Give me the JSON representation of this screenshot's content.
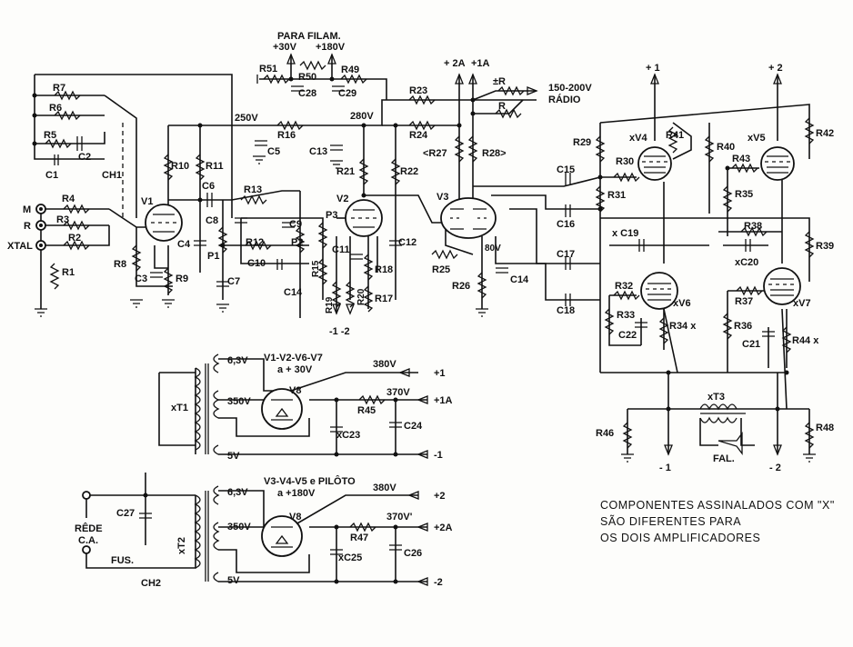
{
  "supplies": {
    "para_filam": "PARA FILAM.",
    "p30": "+30V",
    "p180": "+180V",
    "p2a": "+ 2A",
    "p1a": "+1A",
    "radio": "150-200V",
    "radio_word": "RÁDIO",
    "p1": "+ 1",
    "p2": "+ 2",
    "m1": "- 1",
    "m2": "- 2",
    "m1m2": "-1  -2",
    "v250": "250V",
    "v280": "280V",
    "v80": "80V"
  },
  "inputs": {
    "m": "M",
    "r": "R",
    "xtal": "XTAL"
  },
  "resistors": {
    "r1": "R1",
    "r2": "R2",
    "r3": "R3",
    "r4": "R4",
    "r5": "R5",
    "r6": "R6",
    "r7": "R7",
    "r8": "R8",
    "r9": "R9",
    "r10": "R10",
    "r11": "R11",
    "r12": "R12",
    "r13": "R13",
    "r14": "C14",
    "r15": "R15",
    "r16": "R16",
    "r17": "R17",
    "r18": "R18",
    "r19": "R19",
    "r20": "R20",
    "r21": "R21",
    "r22": "R22",
    "r23": "R23",
    "r24": "R24",
    "r25": "R25",
    "r26": "R26",
    "r27": "<R27",
    "r28": "R28>",
    "r29": "R29",
    "r30": "R30",
    "r31": "R31",
    "r32": "R32",
    "r33": "R33",
    "r34": "R34 x",
    "r35": "R35",
    "r36": "R36",
    "r37": "R37",
    "r38": "R38",
    "r39": "R39",
    "r40": "R40",
    "r41": "R41",
    "r42": "R42",
    "r43": "R43",
    "r44": "R44 x",
    "r45": "R45",
    "r46": "R46",
    "r47": "R47",
    "r48": "R48",
    "r49": "R49",
    "r50": "R50",
    "r51": "R51",
    "rr": "R",
    "rr2": "±R"
  },
  "capacitors": {
    "c1": "C1",
    "c2": "C2",
    "c3": "C3",
    "c4": "C4",
    "c5": "C5",
    "c6": "C6",
    "c7": "C7",
    "c8": "C8",
    "c9": "C9",
    "c10": "C10",
    "c11": "C11",
    "c12": "C12",
    "c13": "C13",
    "c14": "C14",
    "c15": "C15",
    "c16": "C16",
    "c17": "C17",
    "c18": "C18",
    "c19": "x C19",
    "c20": "xC20",
    "c21": "C21",
    "c22": "C22",
    "c23": "xC23",
    "c24": "C24",
    "c25": "xC25",
    "c26": "C26",
    "c27": "C27",
    "c28": "C28",
    "c29": "C29"
  },
  "tubes": {
    "v1": "V1",
    "v2": "V2",
    "v3": "V3",
    "v4": "xV4",
    "v5": "xV5",
    "v6": "xV6",
    "v7": "xV7",
    "v8a": "V8",
    "v8b": "V8"
  },
  "pots": {
    "p1": "P1",
    "p2": "P2",
    "p3": "P3"
  },
  "switches": {
    "ch1": "CH1",
    "ch2": "CH2"
  },
  "output": {
    "t3": "xT3",
    "fal": "FAL."
  },
  "psu1": {
    "t1": "xT1",
    "w63": "6,3V",
    "w350": "350V",
    "w5": "5V",
    "note_line1": "V1-V2-V6-V7",
    "note_line2": "a + 30V",
    "v380": "380V",
    "v370": "370V",
    "out1": "+1",
    "out1a": "+1A",
    "outm1": "-1"
  },
  "psu2": {
    "t2": "xT2",
    "w63": "6,3V",
    "w350": "350V",
    "w5": "5V",
    "note_line1": "V3-V4-V5 e PILÔTO",
    "note_line2": "a +180V",
    "v380": "380V",
    "v370": "370V'",
    "out2": "+2",
    "out2a": "+2A",
    "outm2": "-2"
  },
  "mains": {
    "rede": "RÊDE",
    "ca": "C.A.",
    "fus": "FUS."
  },
  "note": {
    "line1": "COMPONENTES ASSINALADOS COM \"X\"",
    "line2": "SÃO DIFERENTES PARA",
    "line3": "OS DOIS AMPLIFICADORES"
  }
}
